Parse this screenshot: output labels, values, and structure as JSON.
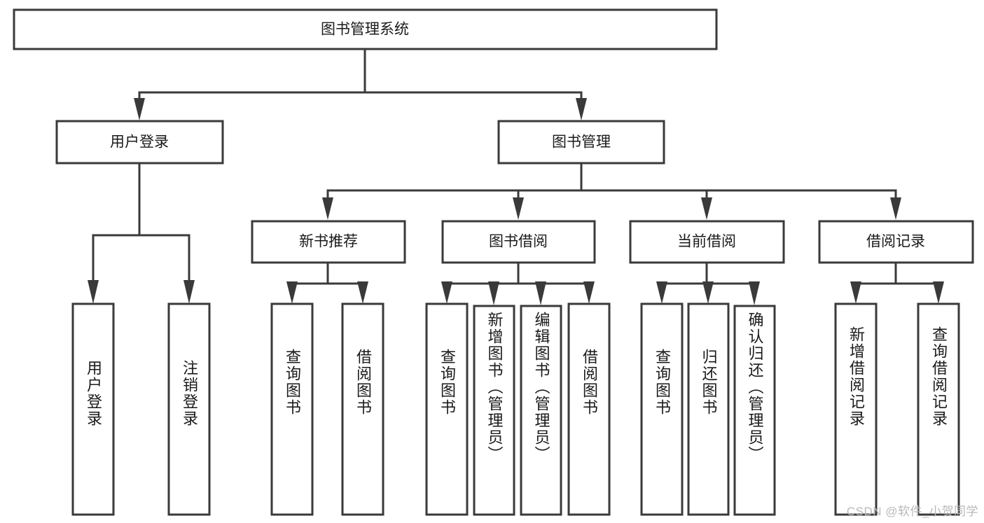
{
  "diagram": {
    "title": "图书管理系统",
    "root": {
      "id": "root",
      "label": "图书管理系统",
      "orientation": "horizontal"
    },
    "level1": [
      {
        "id": "user-login",
        "label": "用户登录",
        "orientation": "horizontal"
      },
      {
        "id": "book-manage",
        "label": "图书管理",
        "orientation": "horizontal"
      }
    ],
    "level2": [
      {
        "id": "new-book-recommend",
        "label": "新书推荐",
        "orientation": "horizontal",
        "parent": "book-manage"
      },
      {
        "id": "book-borrow",
        "label": "图书借阅",
        "orientation": "horizontal",
        "parent": "book-manage"
      },
      {
        "id": "current-borrow",
        "label": "当前借阅",
        "orientation": "horizontal",
        "parent": "book-manage"
      },
      {
        "id": "borrow-record",
        "label": "借阅记录",
        "orientation": "horizontal",
        "parent": "book-manage"
      }
    ],
    "leaves": [
      {
        "id": "leaf-user-login",
        "label": "用户登录",
        "orientation": "vertical",
        "parent": "user-login"
      },
      {
        "id": "leaf-logout",
        "label": "注销登录",
        "orientation": "vertical",
        "parent": "user-login"
      },
      {
        "id": "leaf-query-book-1",
        "label": "查询图书",
        "orientation": "vertical",
        "parent": "new-book-recommend"
      },
      {
        "id": "leaf-borrow-book-1",
        "label": "借阅图书",
        "orientation": "vertical",
        "parent": "new-book-recommend"
      },
      {
        "id": "leaf-query-book-2",
        "label": "查询图书",
        "orientation": "vertical",
        "parent": "book-borrow"
      },
      {
        "id": "leaf-add-book",
        "label": "新增图书（管理员）",
        "orientation": "vertical",
        "parent": "book-borrow"
      },
      {
        "id": "leaf-edit-book",
        "label": "编辑图书（管理员）",
        "orientation": "vertical",
        "parent": "book-borrow"
      },
      {
        "id": "leaf-borrow-book-2",
        "label": "借阅图书",
        "orientation": "vertical",
        "parent": "book-borrow"
      },
      {
        "id": "leaf-query-book-3",
        "label": "查询图书",
        "orientation": "vertical",
        "parent": "current-borrow"
      },
      {
        "id": "leaf-return-book",
        "label": "归还图书",
        "orientation": "vertical",
        "parent": "current-borrow"
      },
      {
        "id": "leaf-confirm-return",
        "label": "确认归还（管理员）",
        "orientation": "vertical",
        "parent": "current-borrow"
      },
      {
        "id": "leaf-add-record",
        "label": "新增借阅记录",
        "orientation": "vertical",
        "parent": "borrow-record"
      },
      {
        "id": "leaf-query-record",
        "label": "查询借阅记录",
        "orientation": "vertical",
        "parent": "borrow-record"
      }
    ]
  },
  "watermark": {
    "text": "CSDN @软件_小贺同学"
  },
  "colors": {
    "stroke": "#3a3a3a",
    "fill": "#ffffff",
    "text": "#1a1a1a",
    "watermark": "#b9b9b9",
    "background": "#ffffff"
  }
}
